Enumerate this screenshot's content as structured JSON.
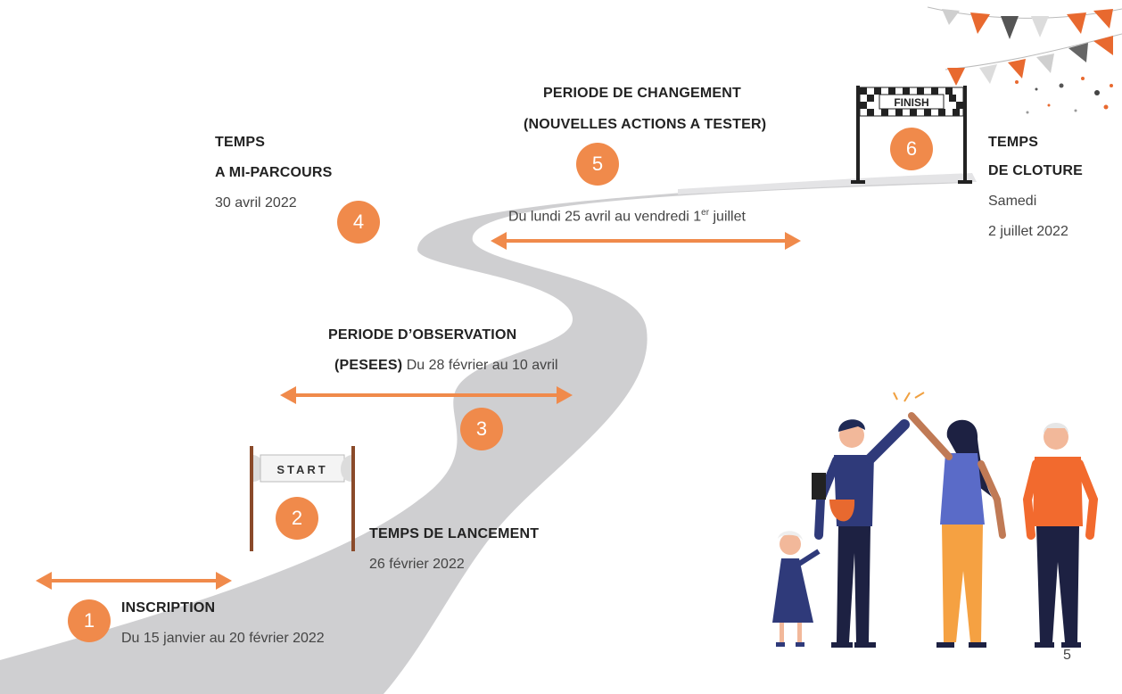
{
  "colors": {
    "accent": "#f08a4b",
    "road": "#cfcfd1",
    "text": "#333333"
  },
  "steps": [
    {
      "num": "1",
      "title": "INSCRIPTION",
      "date": "Du 15 janvier au 20 février 2022"
    },
    {
      "num": "2",
      "title": "TEMPS DE LANCEMENT",
      "date": "26 février 2022"
    },
    {
      "num": "3",
      "title_line1": "PERIODE D’OBSERVATION",
      "title_line2": "(PESEES)",
      "date": "Du 28 février au 10 avril"
    },
    {
      "num": "4",
      "title_line1": "TEMPS",
      "title_line2": "A MI-PARCOURS",
      "date": "30 avril 2022"
    },
    {
      "num": "5",
      "title_line1": "PERIODE DE CHANGEMENT",
      "title_line2": "(NOUVELLES ACTIONS A TESTER)",
      "date_prefix": "Du lundi 25 avril au vendredi 1",
      "date_sup": "er",
      "date_suffix": " juillet"
    },
    {
      "num": "6",
      "title_line1": "TEMPS",
      "title_line2": "DE CLOTURE",
      "date_line1": "Samedi",
      "date_line2": "2 juillet 2022"
    }
  ],
  "start_banner": "START",
  "finish_banner": "FINISH",
  "slide_number": "5"
}
